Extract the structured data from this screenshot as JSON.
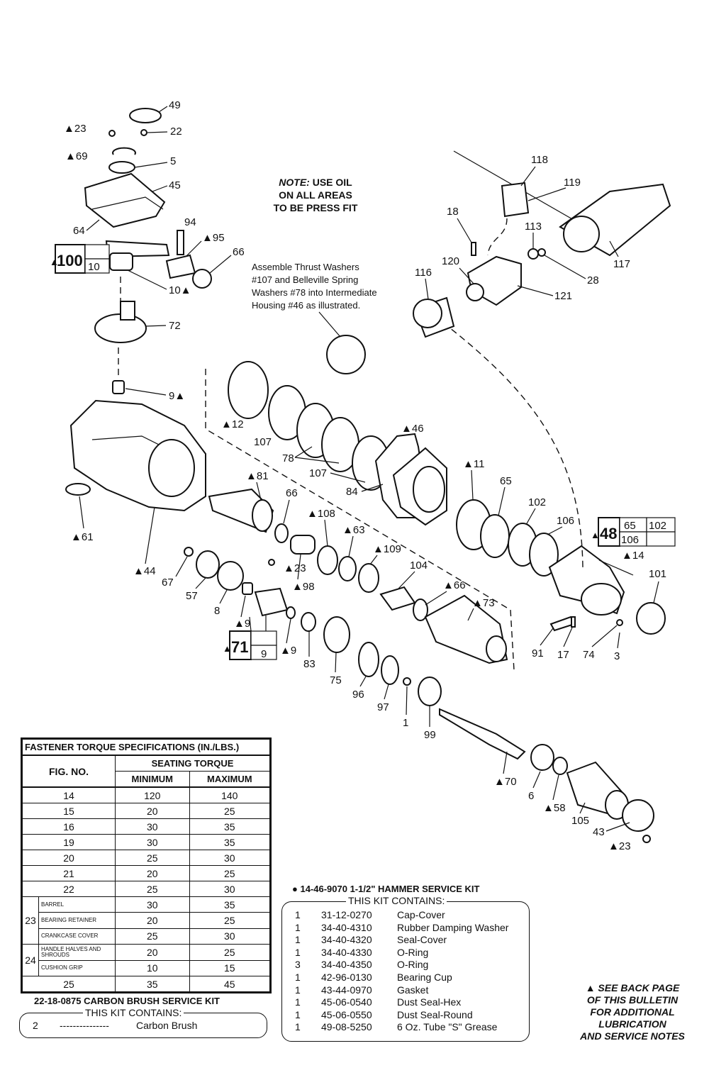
{
  "note": {
    "label": "NOTE:",
    "line1": " USE OIL",
    "line2": "ON ALL AREAS",
    "line3": "TO BE PRESS FIT"
  },
  "assemble_note": [
    "Assemble Thrust Washers",
    "#107 and Belleville Spring",
    "Washers #78 into Intermediate",
    "Housing #46 as illustrated."
  ],
  "callouts": {
    "c49": "49",
    "c23a": "▲23",
    "c22": "22",
    "c69": "▲69",
    "c5": "5",
    "c45": "45",
    "c64": "64",
    "c94": "94",
    "c95": "▲95",
    "c66a": "66",
    "c10": "10▲",
    "c72": "72",
    "c9a": "9▲",
    "c12": "▲12",
    "c107a": "107",
    "c78": "78",
    "c107b": "107",
    "c84": "84",
    "c46": "▲46",
    "c61": "▲61",
    "c44": "▲44",
    "c81": "▲81",
    "c66b": "66",
    "c108": "▲108",
    "c63": "▲63",
    "c23b": "▲23",
    "c98": "▲98",
    "c109": "▲109",
    "c67": "67",
    "c57": "57",
    "c8": "8",
    "c9b": "▲9",
    "c9c": "▲9",
    "c83": "83",
    "c75": "75",
    "c96": "96",
    "c97": "97",
    "c1": "1",
    "c99": "99",
    "c104": "104",
    "c66c": "▲66",
    "c73": "▲73",
    "c11": "▲11",
    "c65": "65",
    "c102": "102",
    "c106": "106",
    "c14": "▲14",
    "c101": "101",
    "c91": "91",
    "c17": "17",
    "c74": "74",
    "c3": "3",
    "c118": "118",
    "c119": "119",
    "c18": "18",
    "c113": "113",
    "c117": "117",
    "c120": "120",
    "c116": "116",
    "c121": "121",
    "c28": "28",
    "c70": "▲70",
    "c6": "6",
    "c58": "▲58",
    "c105": "105",
    "c43": "43",
    "c23c": "▲23"
  },
  "kit_boxes": {
    "k100": {
      "main": "100",
      "sub": "10"
    },
    "k71": {
      "main": "71",
      "sub": "9"
    },
    "k48": {
      "main": "48",
      "a": "65",
      "b": "102",
      "c": "106"
    }
  },
  "torque_table": {
    "title": "FASTENER TORQUE SPECIFICATIONS (IN./LBS.)",
    "group_header": "SEATING TORQUE",
    "headers": [
      "FIG. NO.",
      "MINIMUM",
      "MAXIMUM"
    ],
    "rows_simple_top": [
      [
        "14",
        "120",
        "140"
      ],
      [
        "15",
        "20",
        "25"
      ],
      [
        "16",
        "30",
        "35"
      ],
      [
        "19",
        "30",
        "35"
      ],
      [
        "20",
        "25",
        "30"
      ],
      [
        "21",
        "20",
        "25"
      ],
      [
        "22",
        "25",
        "30"
      ]
    ],
    "group23": {
      "fig": "23",
      "rows": [
        [
          "BARREL",
          "30",
          "35"
        ],
        [
          "BEARING RETAINER",
          "20",
          "25"
        ],
        [
          "CRANKCASE COVER",
          "25",
          "30"
        ]
      ]
    },
    "group24": {
      "fig": "24",
      "rows": [
        [
          "HANDLE HALVES AND SHROUDS",
          "20",
          "25"
        ],
        [
          "CUSHION GRIP",
          "10",
          "15"
        ]
      ]
    },
    "rows_simple_bottom": [
      [
        "25",
        "35",
        "45"
      ]
    ]
  },
  "brush_kit": {
    "title": "22-18-0875 CARBON BRUSH SERVICE KIT",
    "legend": "THIS KIT CONTAINS:",
    "qty": "2",
    "part": "---------------",
    "desc": "Carbon Brush"
  },
  "hammer_kit": {
    "title": "● 14-46-9070 1-1/2\" HAMMER SERVICE KIT",
    "legend": "THIS KIT CONTAINS:",
    "items": [
      {
        "qty": "1",
        "part": "31-12-0270",
        "desc": "Cap-Cover"
      },
      {
        "qty": "1",
        "part": "34-40-4310",
        "desc": "Rubber Damping Washer"
      },
      {
        "qty": "1",
        "part": "34-40-4320",
        "desc": "Seal-Cover"
      },
      {
        "qty": "1",
        "part": "34-40-4330",
        "desc": "O-Ring"
      },
      {
        "qty": "3",
        "part": "34-40-4350",
        "desc": "O-Ring"
      },
      {
        "qty": "1",
        "part": "42-96-0130",
        "desc": "Bearing Cup"
      },
      {
        "qty": "1",
        "part": "43-44-0970",
        "desc": "Gasket"
      },
      {
        "qty": "1",
        "part": "45-06-0540",
        "desc": "Dust Seal-Hex"
      },
      {
        "qty": "1",
        "part": "45-06-0550",
        "desc": "Dust Seal-Round"
      },
      {
        "qty": "1",
        "part": "49-08-5250",
        "desc": "6 Oz. Tube \"S\" Grease"
      }
    ]
  },
  "back_note": [
    "▲ SEE BACK PAGE",
    "OF THIS BULLETIN",
    "FOR ADDITIONAL",
    "LUBRICATION",
    "AND SERVICE NOTES"
  ]
}
